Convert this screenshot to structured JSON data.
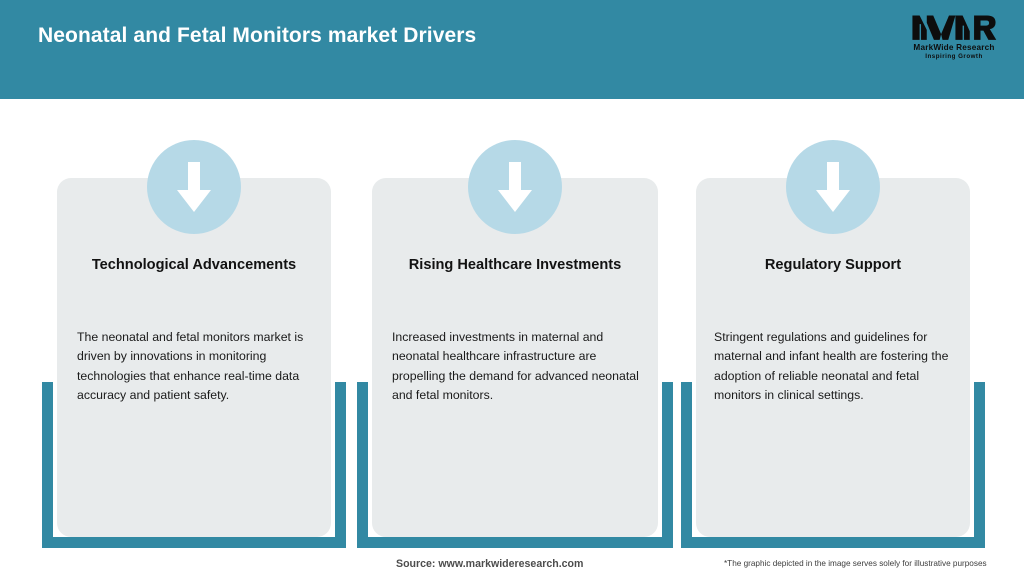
{
  "header": {
    "title": "Neonatal and Fetal Monitors market Drivers",
    "background_color": "#3289a3",
    "title_color": "#ffffff"
  },
  "logo": {
    "mark": "MWR",
    "name": "MarkWide Research",
    "tagline": "Inspiring Growth",
    "icon": "mwr-logo-icon"
  },
  "cards": [
    {
      "icon": "arrow-down-icon",
      "title": "Technological Advancements",
      "body": "The neonatal and fetal monitors market is driven by innovations in monitoring technologies that enhance real-time data accuracy and patient safety."
    },
    {
      "icon": "arrow-down-icon",
      "title": "Rising Healthcare Investments",
      "body": "Increased investments in maternal and neonatal healthcare infrastructure are propelling the demand for advanced neonatal and fetal monitors."
    },
    {
      "icon": "arrow-down-icon",
      "title": "Regulatory Support",
      "body": "Stringent regulations and guidelines for maternal and infant health are fostering the adoption of reliable neonatal and fetal monitors in clinical settings."
    }
  ],
  "footer": {
    "source": "Source: www.markwideresearch.com",
    "disclaimer": "*The graphic depicted in the image serves solely for illustrative purposes"
  },
  "colors": {
    "accent_teal": "#3289a3",
    "circle_blue": "#b6d9e7",
    "card_gray": "#e8ebec"
  }
}
